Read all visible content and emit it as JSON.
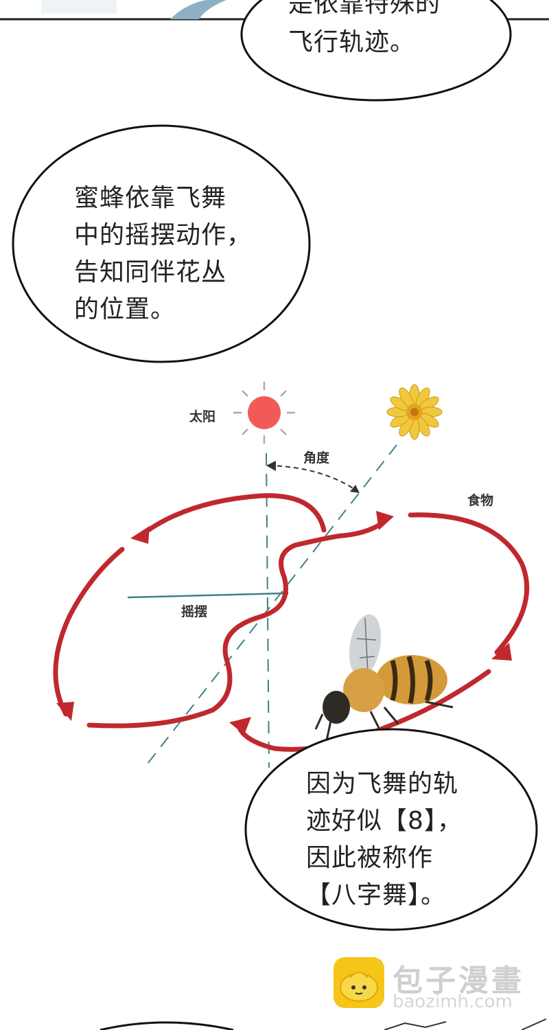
{
  "bubble1": {
    "lines": [
      "是依靠特殊的",
      "飞行轨迹。"
    ]
  },
  "bubble2": {
    "lines": [
      "蜜蜂依靠飞舞",
      "中的摇摆动作，",
      "告知同伴花丛",
      "的位置。"
    ]
  },
  "bubble3": {
    "lines": [
      "因为飞舞的轨",
      "迹好似【8】，",
      "因此被称作",
      "【八字舞】。"
    ]
  },
  "diagram": {
    "sun_label": "太阳",
    "angle_label": "角度",
    "food_label": "食物",
    "sway_label": "摇摆"
  },
  "watermark": {
    "title": "包子漫畫",
    "url": "baozimh.com"
  },
  "colors": {
    "arrow": "#c0282d",
    "sun": "#f25a5a",
    "flower": "#f1c83c",
    "guide": "#3f7f86"
  }
}
